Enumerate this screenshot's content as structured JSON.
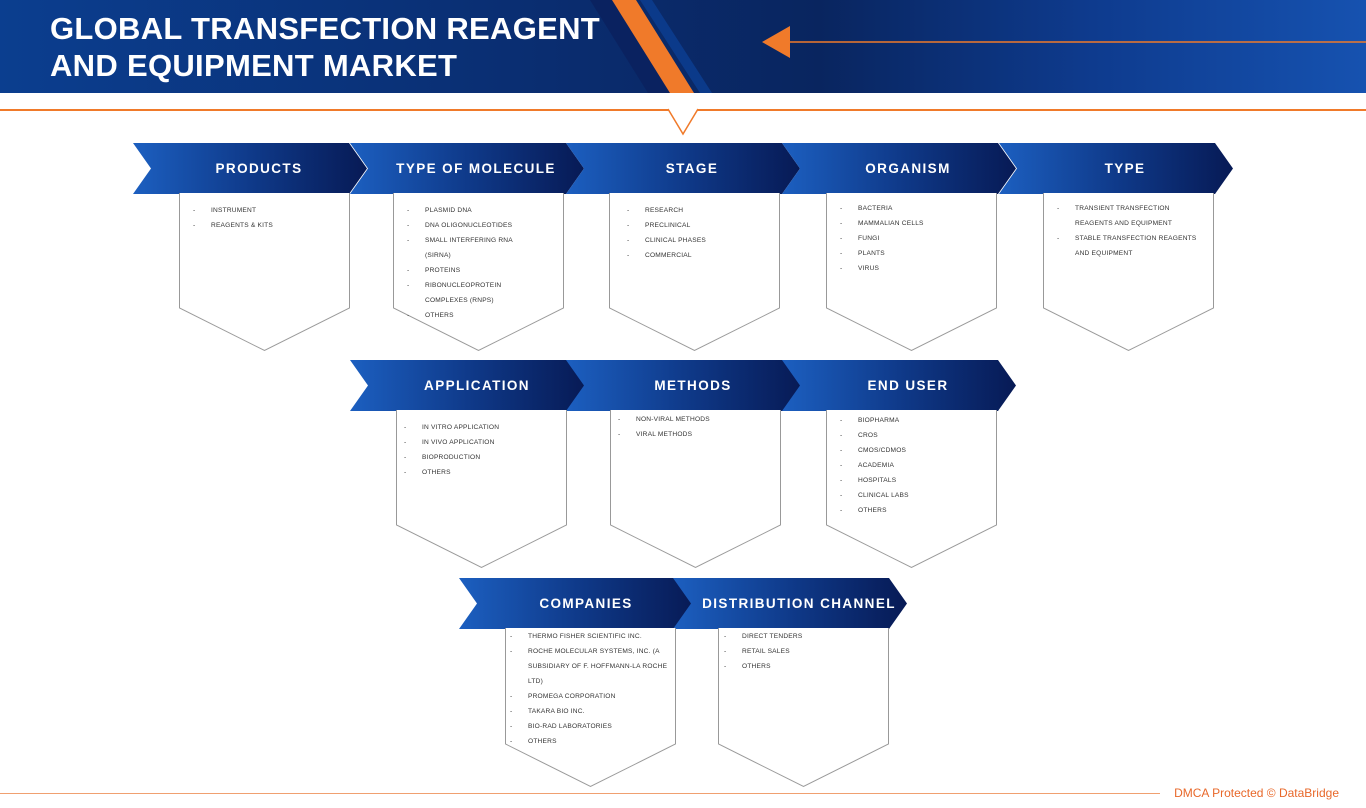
{
  "header": {
    "title_line1": "GLOBAL TRANSFECTION REAGENT",
    "title_line2": "AND EQUIPMENT MARKET"
  },
  "colors": {
    "navy": "#0a2d70",
    "blue": "#1c5fc0",
    "orange": "#f07a2a"
  },
  "segments": [
    {
      "label": "PRODUCTS",
      "items": [
        "INSTRUMENT",
        "REAGENTS & KITS"
      ]
    },
    {
      "label": "TYPE OF MOLECULE",
      "items": [
        "PLASMID DNA",
        "DNA OLIGONUCLEOTIDES",
        "SMALL INTERFERING RNA (SIRNA)",
        "PROTEINS",
        "RIBONUCLEOPROTEIN COMPLEXES (RNPS)",
        "OTHERS"
      ]
    },
    {
      "label": "STAGE",
      "items": [
        "RESEARCH",
        "PRECLINICAL",
        "CLINICAL PHASES",
        "COMMERCIAL"
      ]
    },
    {
      "label": "ORGANISM",
      "items": [
        "BACTERIA",
        "MAMMALIAN CELLS",
        "FUNGI",
        "PLANTS",
        "VIRUS"
      ]
    },
    {
      "label": "TYPE",
      "items": [
        "TRANSIENT TRANSFECTION REAGENTS AND EQUIPMENT",
        "STABLE TRANSFECTION REAGENTS AND EQUIPMENT"
      ]
    },
    {
      "label": "APPLICATION",
      "items": [
        "IN VITRO APPLICATION",
        "IN VIVO APPLICATION",
        "BIOPRODUCTION",
        "OTHERS"
      ]
    },
    {
      "label": "METHODS",
      "items": [
        "NON-VIRAL METHODS",
        "VIRAL METHODS"
      ]
    },
    {
      "label": "END USER",
      "items": [
        "BIOPHARMA",
        "CROS",
        "CMOS/CDMOS",
        "ACADEMIA",
        "HOSPITALS",
        "CLINICAL LABS",
        "OTHERS"
      ]
    },
    {
      "label": "COMPANIES",
      "items": [
        "THERMO FISHER SCIENTIFIC INC.",
        "ROCHE MOLECULAR SYSTEMS, INC. (A SUBSIDIARY OF F. HOFFMANN-LA ROCHE LTD)",
        "PROMEGA CORPORATION",
        "TAKARA BIO INC.",
        "BIO-RAD LABORATORIES",
        "OTHERS"
      ]
    },
    {
      "label": "DISTRIBUTION CHANNEL",
      "items": [
        "DIRECT TENDERS",
        "RETAIL SALES",
        "OTHERS"
      ]
    }
  ],
  "footer": {
    "text": "DMCA Protected © DataBridge"
  }
}
